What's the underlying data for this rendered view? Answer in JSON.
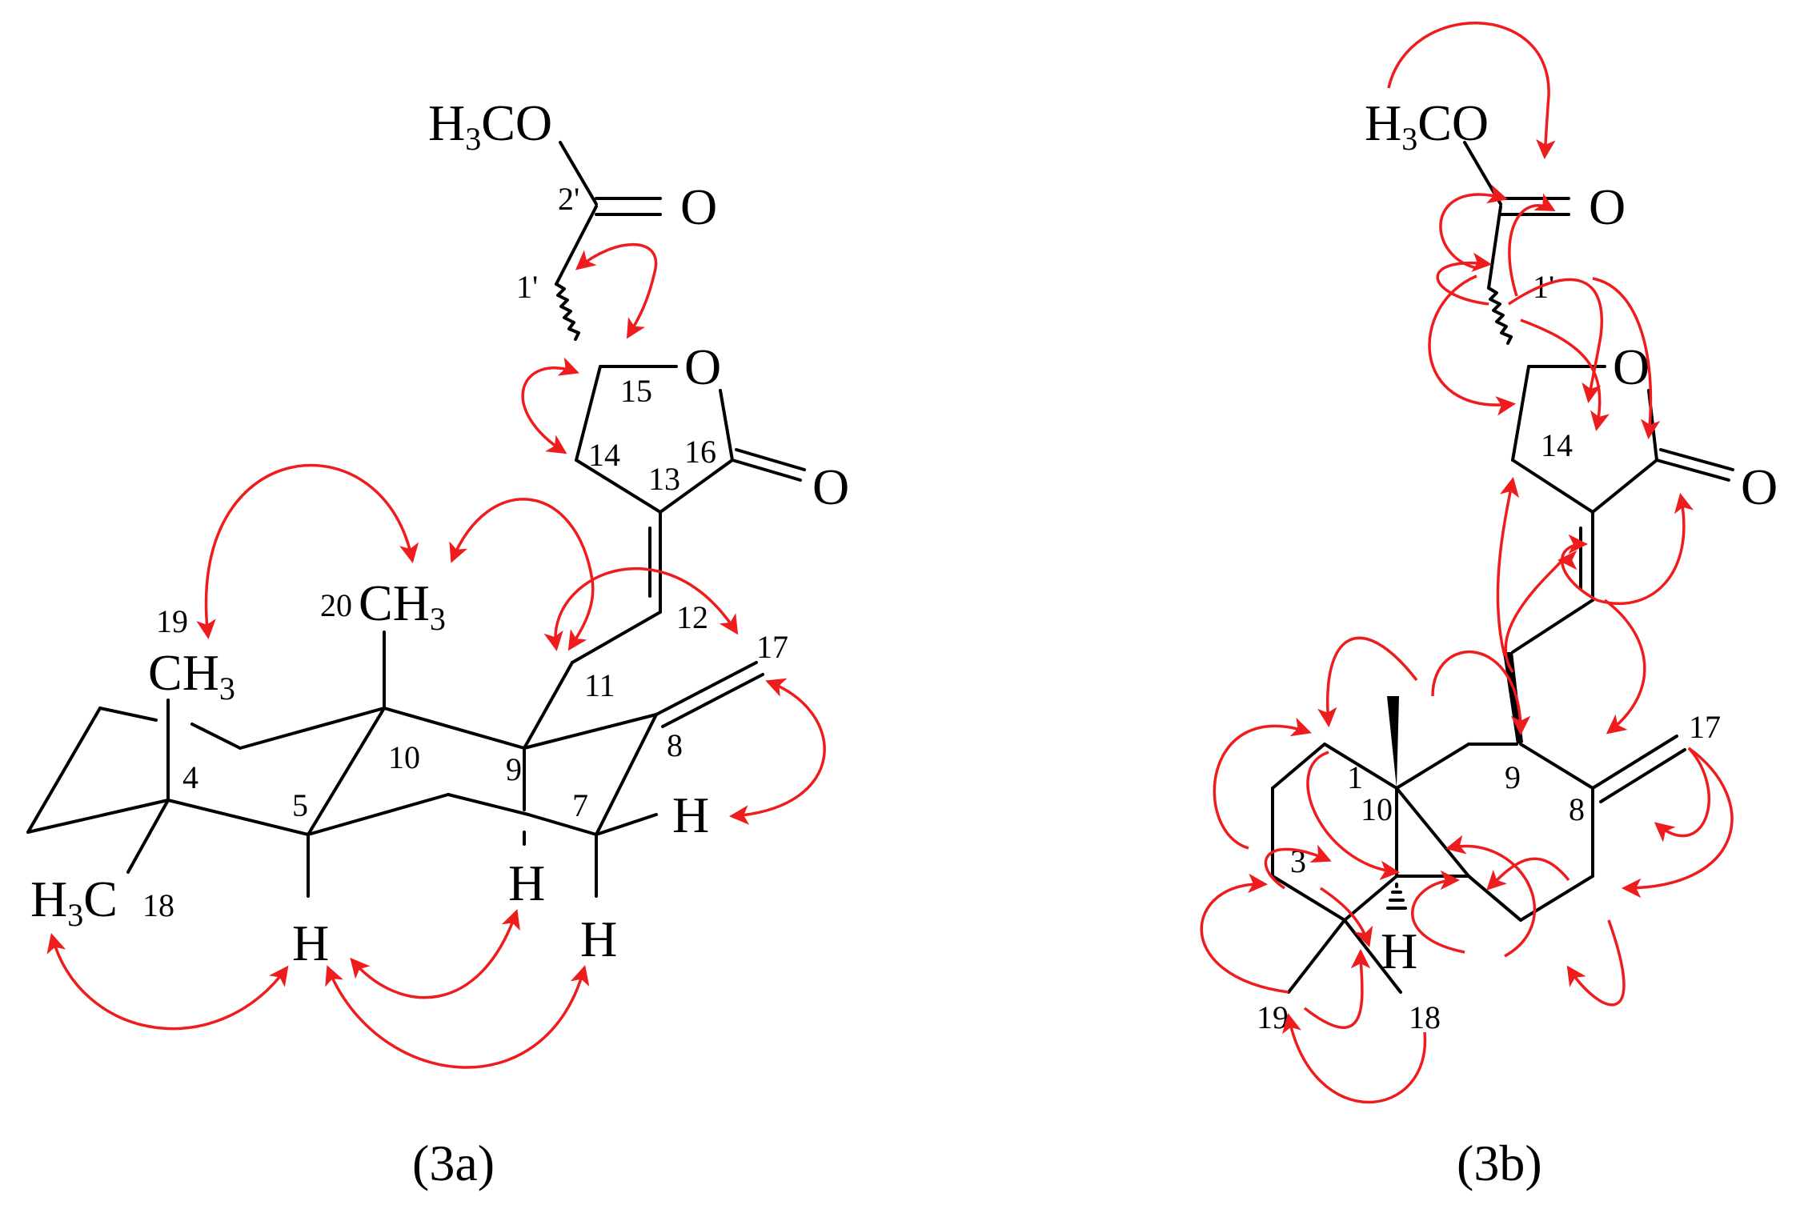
{
  "panel_a": {
    "caption": "(3a)",
    "labels": {
      "methoxy_h": "H",
      "methoxy_sub": "3",
      "methoxy_rest": "CO",
      "carbonyl_o": "O",
      "ring_o": "O",
      "lactone_o": "O",
      "c20_num": "20",
      "c20_c": "CH",
      "c20_sub": "3",
      "c19_num": "19",
      "c19_c": "CH",
      "c19_sub": "3",
      "c18_h": "H",
      "c18_sub": "3",
      "c18_c": "C",
      "c18_num": "18",
      "h5": "H",
      "h9": "H",
      "h7a": "H",
      "h7b": "H"
    },
    "numbers": [
      "2'",
      "1'",
      "15",
      "14",
      "16",
      "13",
      "12",
      "17",
      "11",
      "8",
      "10",
      "9",
      "7",
      "5",
      "4"
    ]
  },
  "panel_b": {
    "caption": "(3b)",
    "labels": {
      "methoxy_h": "H",
      "methoxy_sub": "3",
      "methoxy_rest": "CO",
      "carbonyl_o": "O",
      "ring_o": "O",
      "lactone_o": "O",
      "h5": "H"
    },
    "numbers": [
      "1'",
      "14",
      "17",
      "9",
      "8",
      "1",
      "10",
      "3",
      "19",
      "18"
    ]
  },
  "colors": {
    "bond": "#000000",
    "correlation_arrow": "#ee1c1c"
  }
}
